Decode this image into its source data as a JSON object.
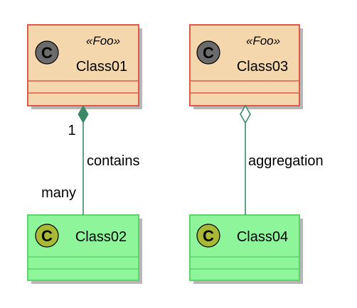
{
  "colors": {
    "foo_fill": "#f5d7ad",
    "foo_border": "#e05a4a",
    "plain_fill": "#8ef59a",
    "plain_border": "#5bd66b",
    "foo_circle": "#6b6b6b",
    "plain_circle": "#a8b936",
    "link": "#3a8a69"
  },
  "classes": [
    {
      "name": "Class01",
      "stereotype": "«Foo»",
      "circle": "C",
      "style": "foo"
    },
    {
      "name": "Class03",
      "stereotype": "«Foo»",
      "circle": "C",
      "style": "foo"
    },
    {
      "name": "Class02",
      "circle": "C",
      "style": "plain"
    },
    {
      "name": "Class04",
      "circle": "C",
      "style": "plain"
    }
  ],
  "relations": [
    {
      "from": "Class01",
      "to": "Class02",
      "type": "composition",
      "label": "contains",
      "from_multiplicity": "1",
      "to_multiplicity": "many"
    },
    {
      "from": "Class03",
      "to": "Class04",
      "type": "aggregation",
      "label": "aggregation"
    }
  ]
}
